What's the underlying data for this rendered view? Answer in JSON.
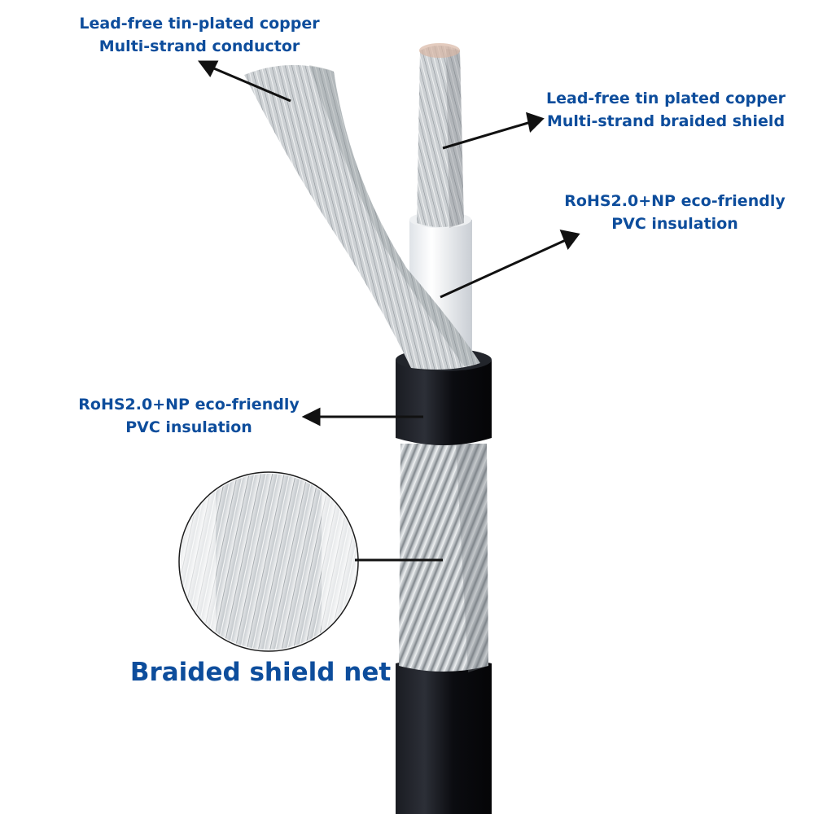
{
  "labels": {
    "conductor": {
      "line1": "Lead-free tin-plated copper",
      "line2": "Multi-strand conductor"
    },
    "shield": {
      "line1": "Lead-free tin plated copper",
      "line2": "Multi-strand braided shield"
    },
    "inner_insulation": {
      "line1": "RoHS2.0+NP eco-friendly",
      "line2": "PVC insulation"
    },
    "outer_insulation": {
      "line1": "RoHS2.0+NP eco-friendly",
      "line2": "PVC insulation"
    },
    "braided_net": {
      "text": "Braided shield net"
    }
  },
  "colors": {
    "label_text": "#0d4d9c",
    "arrow": "#111111",
    "jacket": "#0e0f14",
    "insulation": "#f4f6f8",
    "strand_light": "#d8dcdf",
    "strand_dark": "#8c9297"
  }
}
